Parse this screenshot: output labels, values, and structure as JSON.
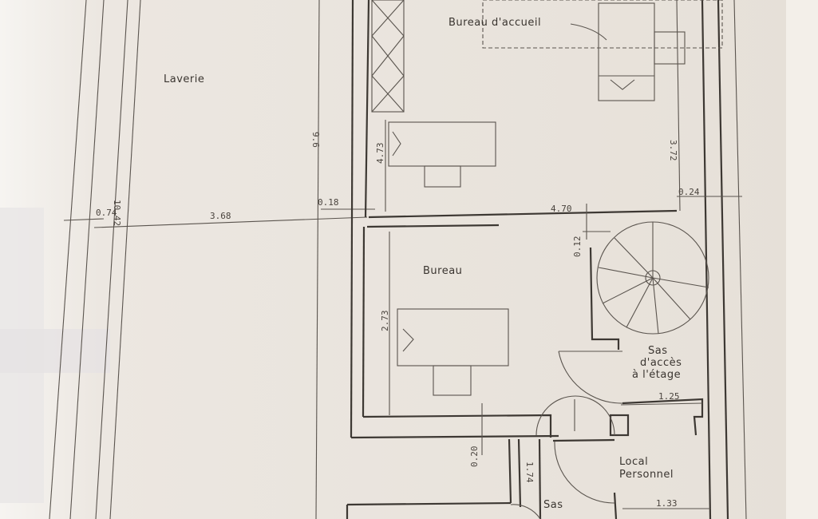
{
  "plan": {
    "rooms": {
      "laverie": "Laverie",
      "bureau_accueil": "Bureau d'accueil",
      "bureau": "Bureau",
      "sas_acces_1": "Sas",
      "sas_acces_2": "d'accès",
      "sas_acces_3": "à l'étage",
      "local_personnel_1": "Local",
      "local_personnel_2": "Personnel",
      "sas": "Sas"
    },
    "dimensions": {
      "d_10_42": "10.42",
      "d_0_74": "0.74",
      "d_3_68": "3.68",
      "d_9_6": "9.6",
      "d_0_18": "0.18",
      "d_4_73": "4.73",
      "d_4_70": "4.70",
      "d_3_72": "3.72",
      "d_0_24": "0.24",
      "d_0_12": "0.12",
      "d_2_73": "2.73",
      "d_1_25": "1.25",
      "d_0_20": "0.20",
      "d_1_74": "1.74",
      "d_1_33": "1.33"
    }
  }
}
